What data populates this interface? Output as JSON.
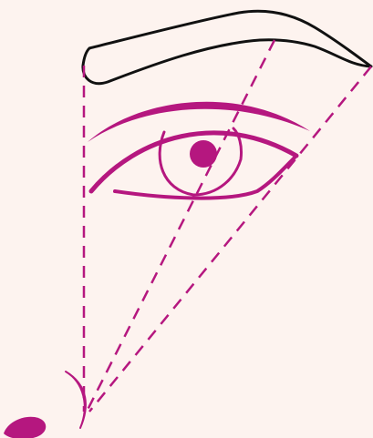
{
  "diagram": {
    "subject": "eyebrow-mapping-guide",
    "colors": {
      "background": "#fdf3ef",
      "accent": "#b5177f",
      "outline": "#111111"
    },
    "guides": [
      "inner-start-guide",
      "arch-guide",
      "tail-guide"
    ],
    "icons": [
      "eyebrow-icon",
      "eye-icon",
      "nose-icon"
    ]
  }
}
